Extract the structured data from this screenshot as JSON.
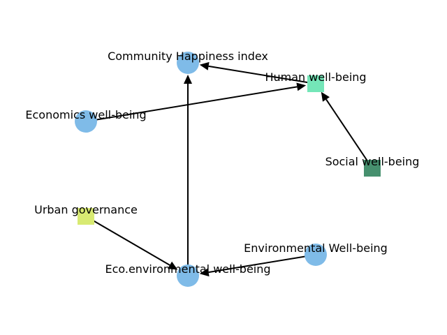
{
  "diagram": {
    "nodes": [
      {
        "id": "community",
        "label": "Community Happiness index",
        "shape": "circle",
        "color": "#7FBBE8"
      },
      {
        "id": "human",
        "label": "Human well-being",
        "shape": "square",
        "color": "#74E6B8"
      },
      {
        "id": "economics",
        "label": "Economics well-being",
        "shape": "circle",
        "color": "#7FBBE8"
      },
      {
        "id": "social",
        "label": "Social well-being",
        "shape": "square",
        "color": "#46906E"
      },
      {
        "id": "urban",
        "label": "Urban governance",
        "shape": "square",
        "color": "#D8EA72"
      },
      {
        "id": "environmental",
        "label": "Environmental Well-being",
        "shape": "circle",
        "color": "#7FBBE8"
      },
      {
        "id": "ecoenv",
        "label": "Eco.environmental well-being",
        "shape": "circle",
        "color": "#7FBBE8"
      }
    ],
    "edges": [
      {
        "from": "human",
        "to": "community"
      },
      {
        "from": "economics",
        "to": "human"
      },
      {
        "from": "social",
        "to": "human"
      },
      {
        "from": "ecoenv",
        "to": "community"
      },
      {
        "from": "urban",
        "to": "ecoenv"
      },
      {
        "from": "environmental",
        "to": "ecoenv"
      }
    ]
  }
}
